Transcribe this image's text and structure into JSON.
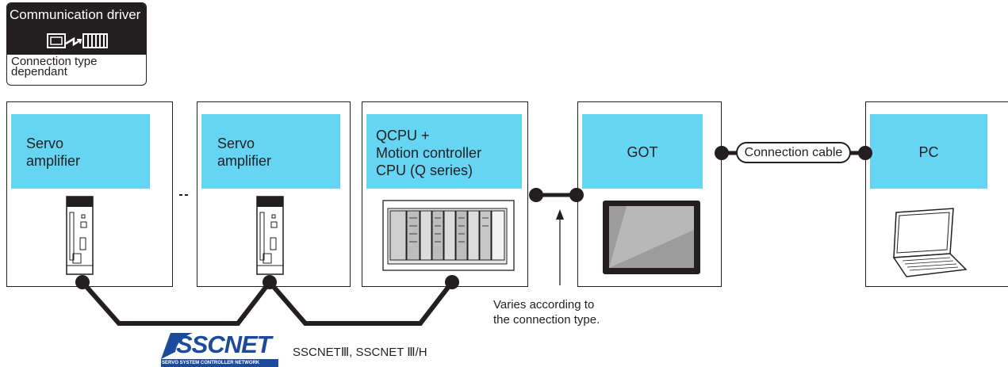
{
  "badge": {
    "title": "Communication driver",
    "text_line1": "Connection type",
    "text_line2": "dependant",
    "icon": "driver-connection-icon"
  },
  "devices": {
    "servo1": {
      "line1": "Servo",
      "line2": "amplifier"
    },
    "servo2": {
      "line1": "Servo",
      "line2": "amplifier"
    },
    "cpu": {
      "line1": "QCPU +",
      "line2": "Motion controller",
      "line3": "CPU (Q series)"
    },
    "got": {
      "label": "GOT"
    },
    "pc": {
      "label": "PC"
    }
  },
  "connection_cable": "Connection cable",
  "varies_note": {
    "line1": "Varies according to",
    "line2": "the connection type."
  },
  "sscnet": {
    "logo_text": "SSCNET",
    "logo_subtext": "SERVO SYSTEM CONTROLLER NETWORK",
    "text": "SSCNETⅢ, SSCNET Ⅲ/H"
  },
  "colors": {
    "device_label_bg": "#66d4f3",
    "line": "#231f20",
    "logo_blue": "#1c4b9c"
  }
}
